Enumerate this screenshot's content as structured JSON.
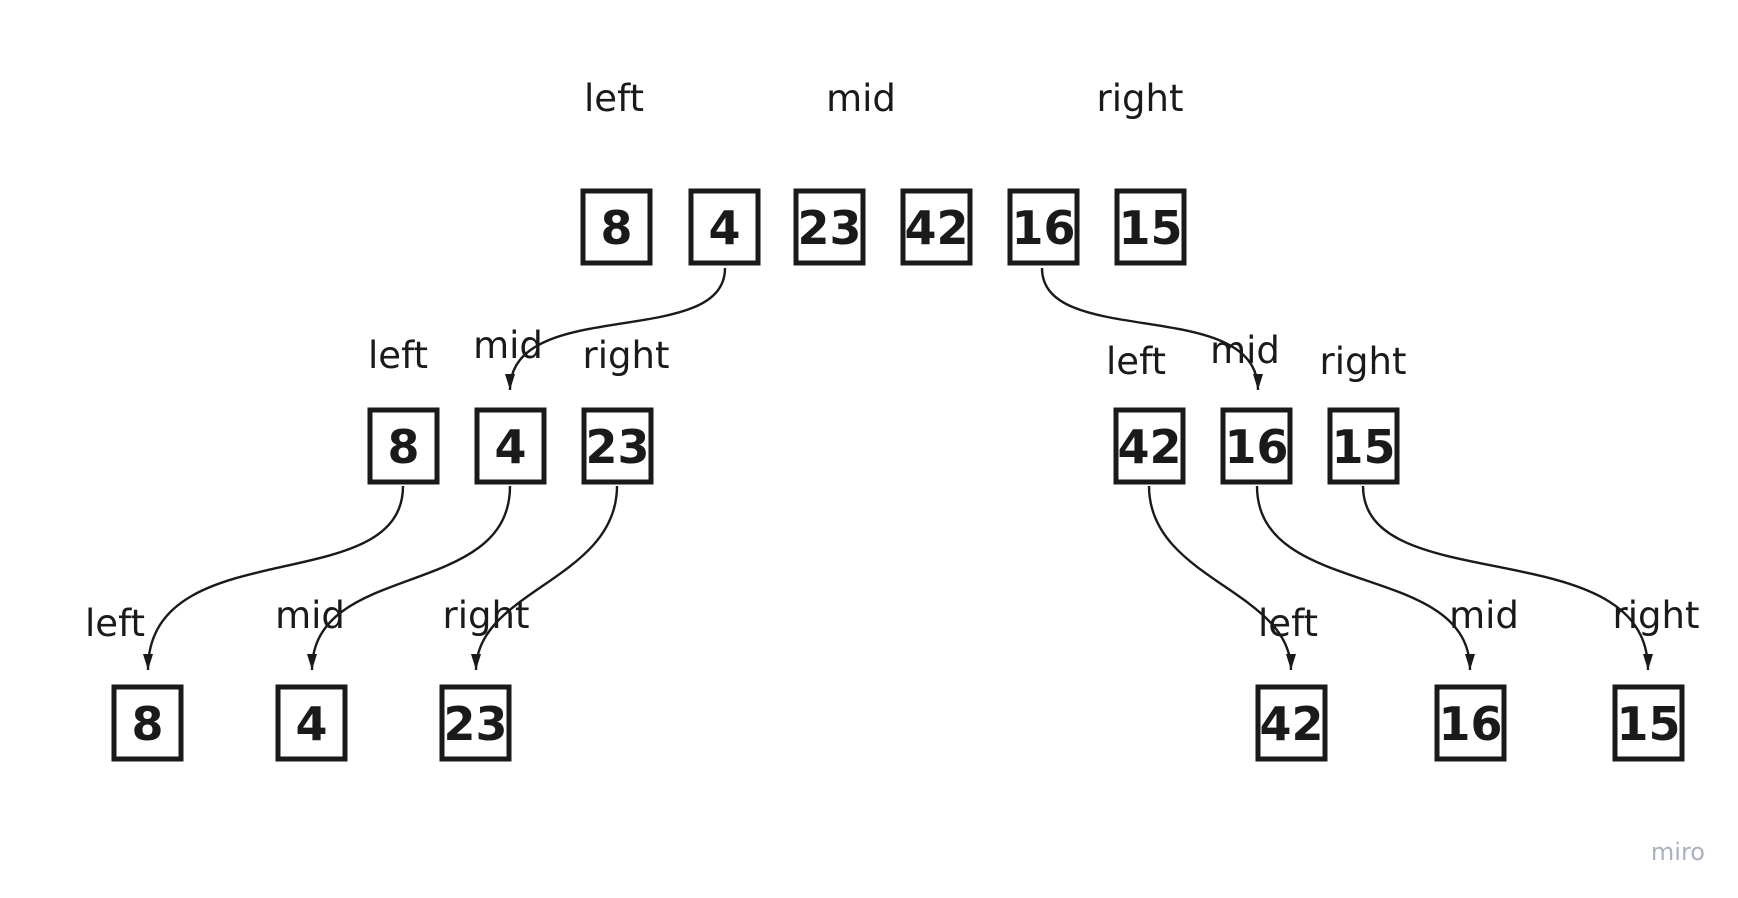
{
  "levels": [
    {
      "labels": [
        "left",
        "mid",
        "right"
      ],
      "values": [
        "8",
        "4",
        "23",
        "42",
        "16",
        "15"
      ]
    },
    {
      "groups": [
        {
          "labels": [
            "left",
            "mid",
            "right"
          ],
          "values": [
            "8",
            "4",
            "23"
          ]
        },
        {
          "labels": [
            "left",
            "mid",
            "right"
          ],
          "values": [
            "42",
            "16",
            "15"
          ]
        }
      ]
    },
    {
      "groups": [
        {
          "labels": [
            "left",
            "mid",
            "right"
          ],
          "values": [
            "8",
            "4",
            "23"
          ]
        },
        {
          "labels": [
            "left",
            "mid",
            "right"
          ],
          "values": [
            "42",
            "16",
            "15"
          ]
        }
      ]
    }
  ],
  "watermark": "miro"
}
